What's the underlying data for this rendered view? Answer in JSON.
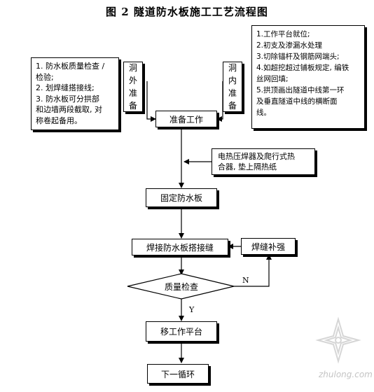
{
  "title": "图 2    隧道防水板施工工艺流程图",
  "outside_prep": {
    "label_chars": [
      "洞",
      "外",
      "准",
      "备"
    ],
    "lines": [
      "1. 防水板质量检查 /",
      "   检验;",
      "2. 划焊缝搭接线;",
      "3. 防水板可分拱部",
      "   和边墙两段截取, 对",
      "   称卷起备用。"
    ]
  },
  "inside_prep": {
    "label_chars": [
      "洞",
      "内",
      "准",
      "备"
    ],
    "lines": [
      "1.工作平台就位;",
      "2.初支及渗漏水处理",
      "3.切除锚杆及钢筋网端头;",
      "4.如超挖超过铺板规定, 编铁",
      "   丝网回填;",
      "5.拱顶画出隧道中线第一环",
      "   及垂直隧道中线的横断面",
      "   线。"
    ]
  },
  "equipment_note": {
    "lines": [
      "电热压焊器及爬行式热",
      "合器, 垫上隔热纸"
    ]
  },
  "steps": {
    "prepare": "准备工作",
    "fix_sheet": "固定防水板",
    "weld_seam": "焊接防水板搭接缝",
    "reinforce": "焊缝补强",
    "quality_check": "质量检查",
    "move_platform": "移工作平台",
    "next_cycle": "下一循环"
  },
  "branch_labels": {
    "no": "N",
    "yes": "Y"
  },
  "watermark": {
    "text": "zhulong.com"
  }
}
